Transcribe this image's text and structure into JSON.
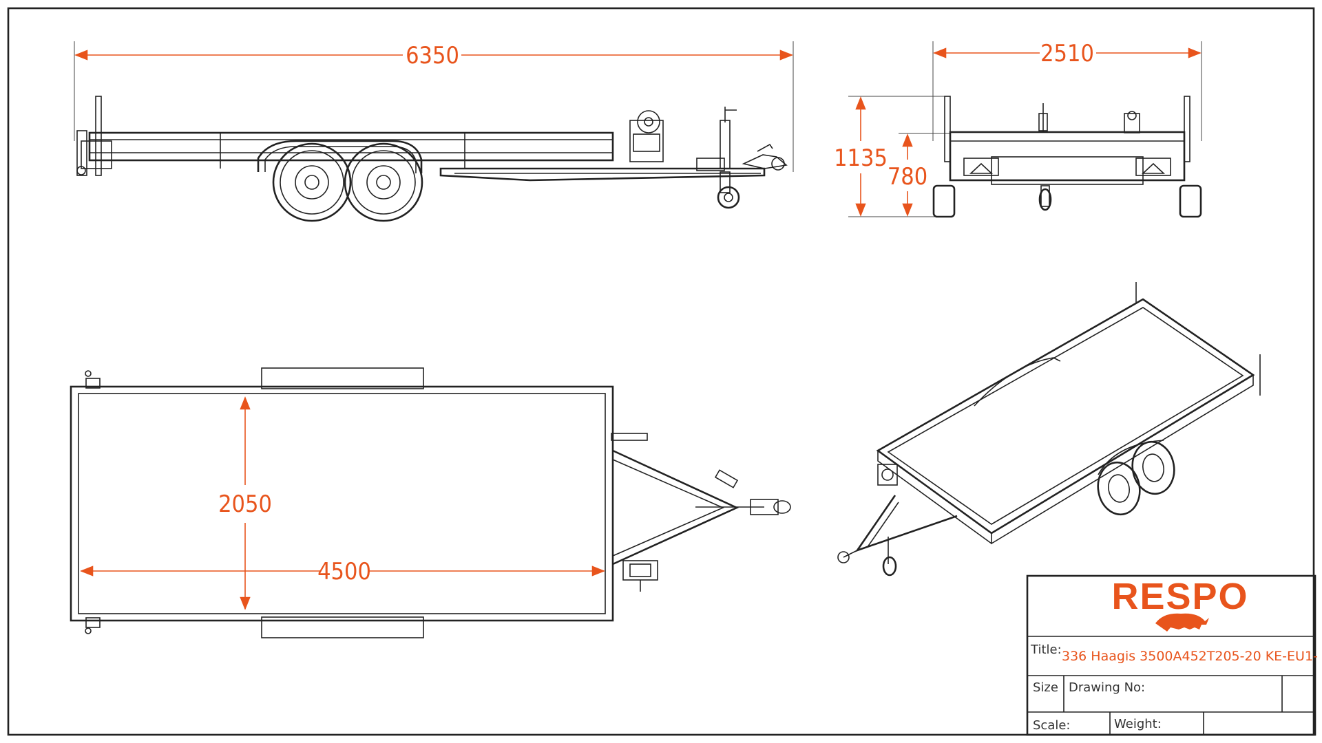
{
  "dimensions": {
    "side_length": "6350",
    "rear_width": "2510",
    "total_height": "1135",
    "deck_height": "780",
    "bed_width": "2050",
    "bed_length": "4500"
  },
  "title_block": {
    "logo_text": "RESPO",
    "title_label": "Title:",
    "title_value": "336 Haagis 3500A452T205-20 KE-EU1-",
    "size_label": "Size",
    "drawing_no_label": "Drawing No:",
    "scale_label": "Scale:",
    "weight_label": "Weight:"
  },
  "colors": {
    "accent": "#e8541c",
    "line": "#222222"
  }
}
